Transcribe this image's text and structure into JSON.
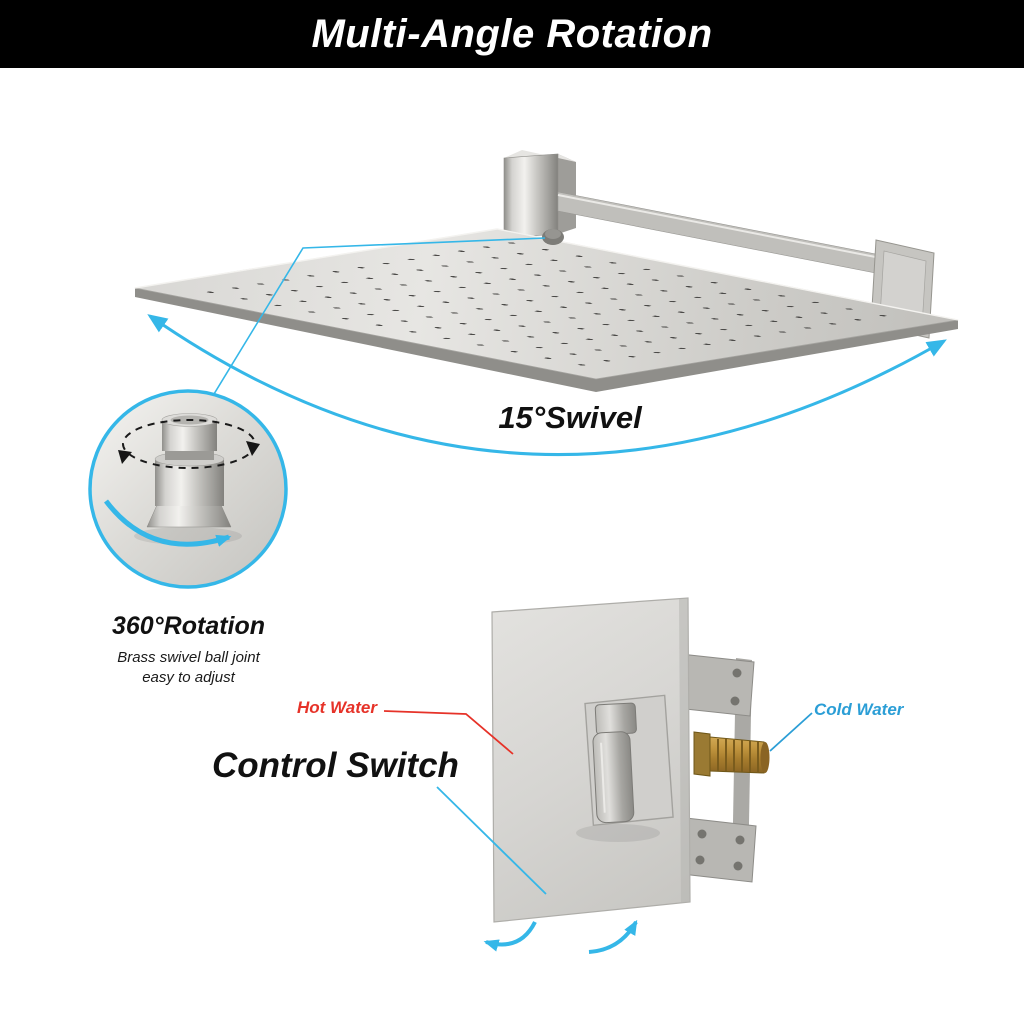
{
  "header": {
    "title": "Multi-Angle Rotation"
  },
  "shower": {
    "swivel_label": "15°Swivel"
  },
  "rotation_inset": {
    "title": "360°Rotation",
    "subtitle_line1": "Brass swivel ball joint",
    "subtitle_line2": "easy to adjust"
  },
  "valve": {
    "hot_label": "Hot Water",
    "cold_label": "Cold Water",
    "control_label": "Control Switch"
  },
  "colors": {
    "banner_bg": "#000000",
    "banner_text": "#ffffff",
    "accent_cyan": "#35b7e8",
    "hot_red": "#e63228",
    "cold_blue": "#2b9ed6",
    "metal_light": "#e2e1de",
    "metal_dark": "#8f8e8a",
    "brass": "#b38a3a"
  }
}
